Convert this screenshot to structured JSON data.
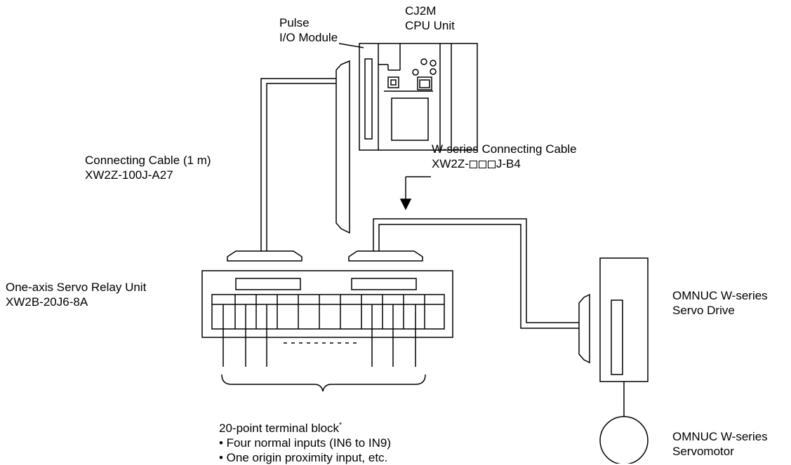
{
  "labels": {
    "pulse_line1": "Pulse",
    "pulse_line2": "I/O Module",
    "cpu_line1": "CJ2M",
    "cpu_line2": "CPU Unit",
    "cable1_line1": "Connecting Cable (1 m)",
    "cable1_line2": "XW2Z-100J-A27",
    "cable2_line1": "W-series Connecting Cable",
    "cable2_prefix": "XW2Z-",
    "cable2_suffix": "J-B4",
    "relay_line1": "One-axis Servo Relay Unit",
    "relay_line2": "XW2B-20J6-8A",
    "drive_line1": "OMNUC W-series",
    "drive_line2": "Servo Drive",
    "motor_line1": "OMNUC W-series",
    "motor_line2": "Servomotor",
    "terminal_title": "20-point terminal block",
    "terminal_note": "*",
    "bullet1": "• Four normal inputs (IN6 to IN9)",
    "bullet2": "• One origin proximity input, etc."
  }
}
